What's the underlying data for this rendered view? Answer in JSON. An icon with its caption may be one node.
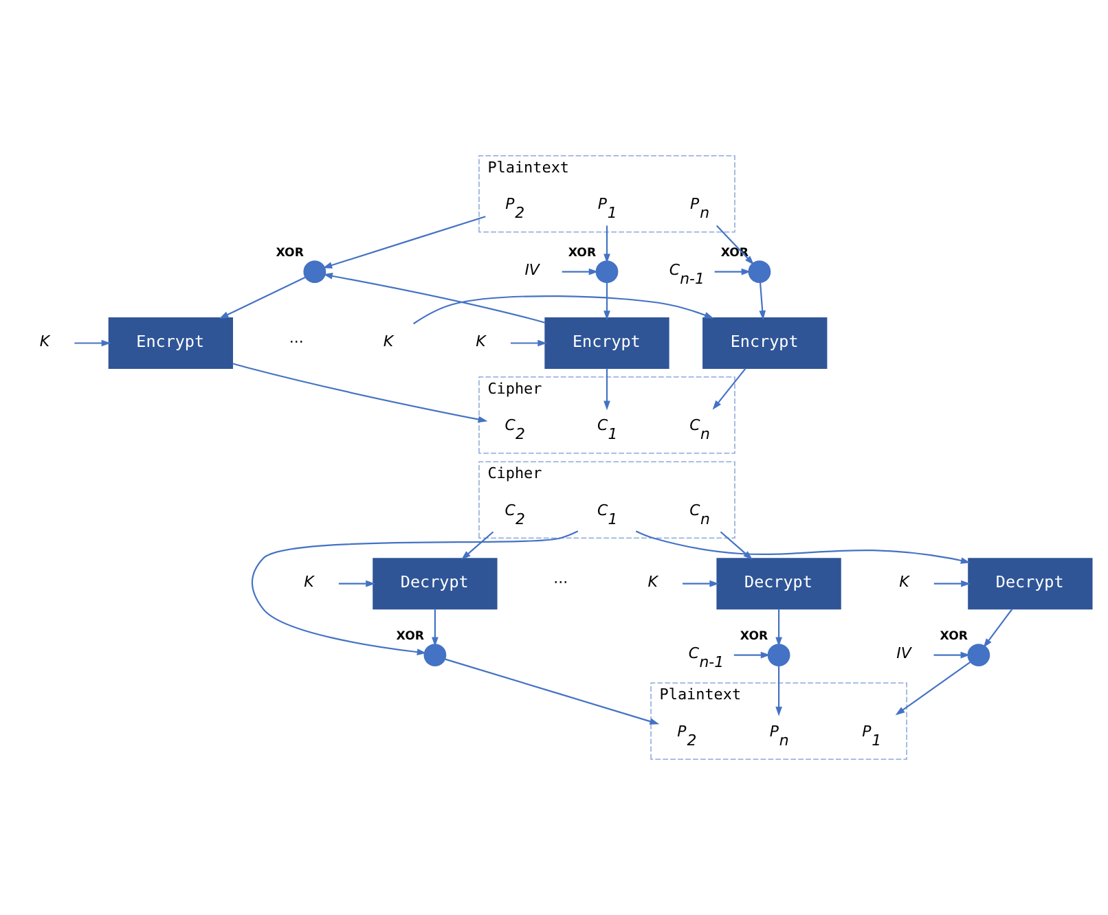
{
  "diagram": {
    "nodes": [
      {
        "text": [
          "Plaintext"
        ]
      },
      {
        "text": [
          "P$_{1}$"
        ],
        "in": 0
      },
      {
        "text": [
          "P$_{2}$"
        ],
        "in": 0
      },
      {
        "text": [
          "P$_{n}$"
        ],
        "in": 0
      },
      {
        "text": [],
        "shape": "circle",
        "beside": [
          "XOR"
        ]
      },
      {
        "text": [
          "IV"
        ]
      },
      {
        "text": [
          "Encrypt"
        ]
      },
      {
        "text": [
          "K"
        ]
      },
      {
        "text": [],
        "shape": "circle",
        "beside": [
          "XOR"
        ]
      },
      {
        "text": [
          "Encrypt"
        ]
      },
      {
        "text": [
          "K"
        ]
      },
      {
        "text": [
          "C$_{n-1}$"
        ]
      },
      {
        "text": [],
        "shape": "circle",
        "beside": [
          "XOR"
        ]
      },
      {
        "text": [
          "Encrypt"
        ]
      },
      {
        "text": [
          "K"
        ]
      },
      {
        "text": [
          "Cipher"
        ]
      },
      {
        "text": [
          "C$_{1}$"
        ],
        "in": 15
      },
      {
        "text": [
          "C$_{2}$"
        ],
        "in": 15
      },
      {
        "text": [
          "C$_{n}$"
        ],
        "in": 15
      },
      {
        "text": [
          "Cipher"
        ]
      },
      {
        "text": [
          "C$_{1}$"
        ],
        "in": 19
      },
      {
        "text": [
          "C$_{2}$"
        ],
        "in": 19
      },
      {
        "text": [
          "C$_{n}$"
        ],
        "in": 19
      },
      {
        "text": [
          "Decrypt"
        ]
      },
      {
        "text": [
          "K"
        ]
      },
      {
        "text": [],
        "shape": "circle",
        "beside": [
          "XOR"
        ]
      },
      {
        "text": [
          "IV"
        ]
      },
      {
        "text": [
          "Decrypt"
        ]
      },
      {
        "text": [
          "K"
        ]
      },
      {
        "text": [],
        "shape": "circle",
        "beside": [
          "XOR"
        ]
      },
      {
        "text": [
          "Decrypt"
        ]
      },
      {
        "text": [
          "K"
        ]
      },
      {
        "text": [],
        "shape": "circle",
        "beside": [
          "XOR"
        ]
      },
      {
        "text": [
          "C$_{n-1}$"
        ]
      },
      {
        "text": [
          "Plaintext"
        ]
      },
      {
        "text": [
          "P$_{1}$"
        ],
        "in": 34
      },
      {
        "text": [
          "P$_{2}$"
        ],
        "in": 34
      },
      {
        "text": [
          "P$_{n}$"
        ],
        "in": 34
      }
    ],
    "edges": [
      {
        "from": 1,
        "to": 4,
        "arrow": "to"
      },
      {
        "from": 5,
        "to": 4,
        "arrow": "to"
      },
      {
        "from": 4,
        "to": 6,
        "arrow": "to"
      },
      {
        "from": 7,
        "to": 6,
        "arrow": "to"
      },
      {
        "from": 6,
        "to": 16,
        "arrow": "to"
      },
      {
        "from": 6,
        "to": 8,
        "arrow": "to"
      },
      {
        "from": 2,
        "to": 8,
        "arrow": "to"
      },
      {
        "from": 8,
        "to": 9,
        "arrow": "to"
      },
      {
        "from": 10,
        "to": 9,
        "arrow": "to"
      },
      {
        "from": 9,
        "to": 17,
        "arrow": "to"
      },
      {
        "from": 3,
        "to": 12,
        "arrow": "to"
      },
      {
        "from": 11,
        "to": 12,
        "arrow": "to"
      },
      {
        "from": 12,
        "to": 13,
        "arrow": "to"
      },
      {
        "from": 14,
        "to": 13,
        "arrow": "to"
      },
      {
        "from": 13,
        "to": 18,
        "arrow": "to"
      },
      {
        "from": 20,
        "to": 23,
        "arrow": "to"
      },
      {
        "from": 20,
        "to": 29,
        "arrow": "to"
      },
      {
        "from": 24,
        "to": 23,
        "arrow": "to"
      },
      {
        "from": 23,
        "to": 25,
        "arrow": "to"
      },
      {
        "from": 26,
        "to": 25,
        "arrow": "to"
      },
      {
        "from": 25,
        "to": 35,
        "arrow": "to"
      },
      {
        "from": 21,
        "to": 27,
        "arrow": "to"
      },
      {
        "from": 28,
        "to": 27,
        "arrow": "to"
      },
      {
        "from": 27,
        "to": 29,
        "arrow": "to"
      },
      {
        "from": 29,
        "to": 36,
        "arrow": "to"
      },
      {
        "from": 22,
        "to": 30,
        "arrow": "to"
      },
      {
        "from": 31,
        "to": 30,
        "arrow": "to"
      },
      {
        "from": 30,
        "to": 32,
        "arrow": "to"
      },
      {
        "from": 33,
        "to": 32,
        "arrow": "to"
      },
      {
        "from": 32,
        "to": 37,
        "arrow": "to"
      }
    ],
    "labels": [
      "···",
      "···"
    ]
  }
}
